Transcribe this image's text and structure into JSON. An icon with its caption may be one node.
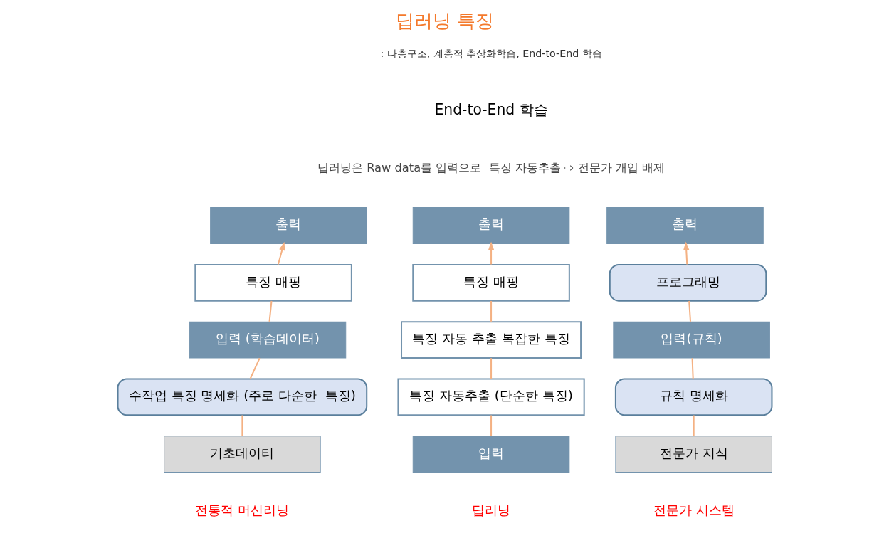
{
  "diagram": {
    "title": "딥러닝 특징",
    "nodes": [
      {
        "text": [
          "출력"
        ]
      },
      {
        "text": [
          "프로그래밍"
        ]
      },
      {
        "text": [
          "입력(규칙)"
        ]
      },
      {
        "text": [
          "규칙 명세화"
        ]
      },
      {
        "text": [
          "전문가 지식"
        ]
      },
      {
        "text": [
          "출력"
        ]
      },
      {
        "text": [
          "특징 매핑"
        ]
      },
      {
        "text": [
          "입력 (학습데이터)"
        ]
      },
      {
        "text": [
          "수작업 특징 명세화 (주로 다순한  특징)"
        ]
      },
      {
        "text": [
          "기초데이터"
        ]
      },
      {
        "text": [
          "출력"
        ]
      },
      {
        "text": [
          "특징 매핑"
        ]
      },
      {
        "text": [
          "특징 자동 추출 복잡한 특징"
        ]
      },
      {
        "text": [
          "특징 자동추출 (단순한 특징)"
        ]
      },
      {
        "text": [
          "입력"
        ]
      }
    ],
    "edges": [
      {
        "from": 4,
        "to": 3,
        "arrow": "none"
      },
      {
        "from": 3,
        "to": 2,
        "arrow": "none"
      },
      {
        "from": 2,
        "to": 1,
        "arrow": "none"
      },
      {
        "from": 1,
        "to": 0,
        "arrow": "to"
      },
      {
        "from": 9,
        "to": 8,
        "arrow": "none"
      },
      {
        "from": 8,
        "to": 7,
        "arrow": "none"
      },
      {
        "from": 7,
        "to": 6,
        "arrow": "none"
      },
      {
        "from": 6,
        "to": 5,
        "arrow": "to"
      },
      {
        "from": 14,
        "to": 13,
        "arrow": "none"
      },
      {
        "from": 13,
        "to": 12,
        "arrow": "none"
      },
      {
        "from": 12,
        "to": 11,
        "arrow": "none"
      },
      {
        "from": 11,
        "to": 10,
        "arrow": "to"
      }
    ],
    "labels": [
      ": 다층구조, 계층적 추상화학습, End-to-End 학습",
      "End-to-End 학습",
      "딥러닝은 Raw data를 입력으로  특징 자동추출 ⇨ 전문가 개입 배제",
      "전문가 시스템",
      "전통적 머신러닝",
      "딥러닝"
    ]
  }
}
